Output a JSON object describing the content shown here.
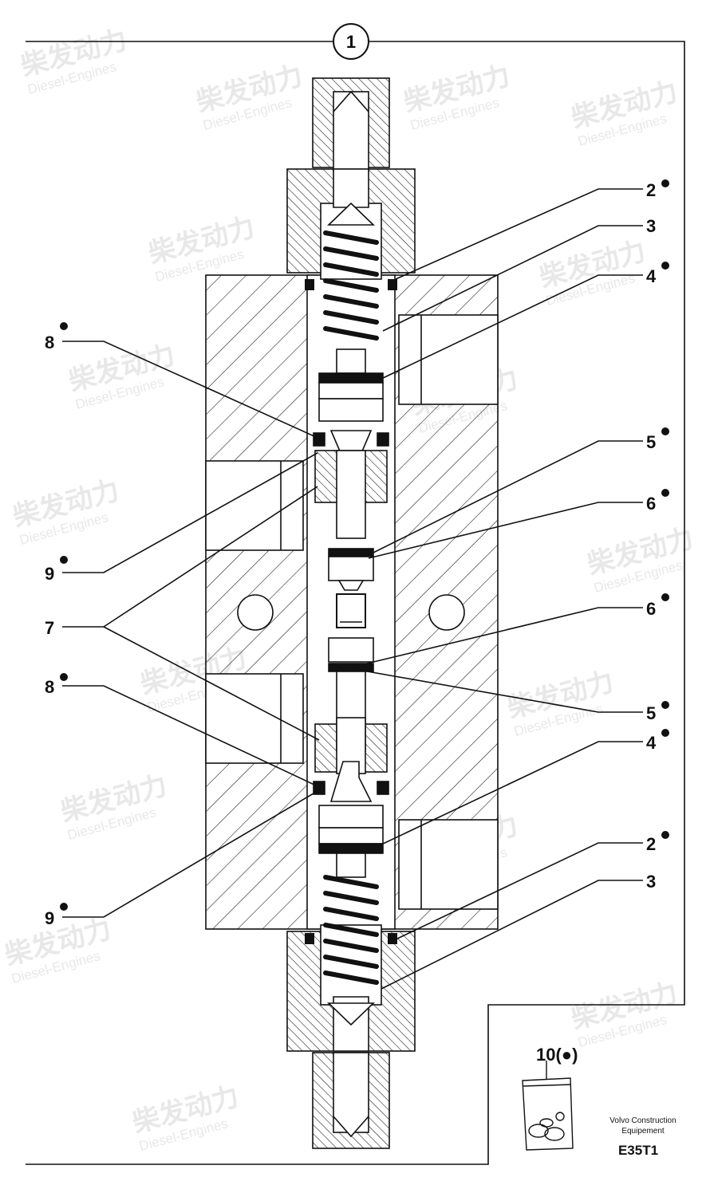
{
  "watermark": {
    "cn": "柴发动力",
    "en": "Diesel-Engines"
  },
  "header_callout": "1",
  "callouts": {
    "c2_top": "2",
    "c3_top": "3",
    "c4_top": "4",
    "c5_top": "5",
    "c6_top": "6",
    "c6_bot": "6",
    "c5_bot": "5",
    "c4_bot": "4",
    "c2_bot": "2",
    "c3_bot": "3",
    "c8_top": "8",
    "c9_top": "9",
    "c7": "7",
    "c8_bot": "8",
    "c9_bot": "9"
  },
  "kit": {
    "label": "10(●)"
  },
  "brand": {
    "line1": "Volvo Construction",
    "line2": "Equipement"
  },
  "drawing_code": "E35T1"
}
